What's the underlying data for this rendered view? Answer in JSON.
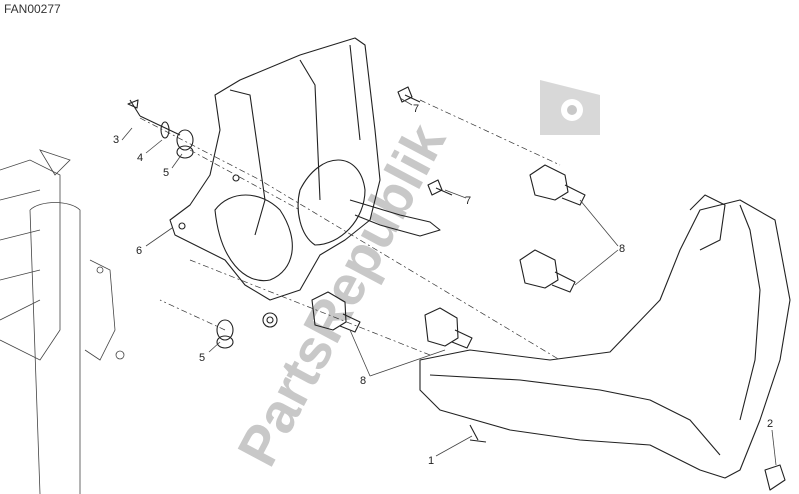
{
  "diagram_code": "FAN00277",
  "watermark": "PartsRepublik",
  "callouts": [
    {
      "label": "3",
      "part": "screw"
    },
    {
      "label": "4",
      "part": "washer"
    },
    {
      "label": "5",
      "part": "grommet"
    },
    {
      "label": "6",
      "part": "headlight-bracket"
    },
    {
      "label": "5",
      "part": "grommet"
    },
    {
      "label": "7",
      "part": "screw"
    },
    {
      "label": "7",
      "part": "screw"
    },
    {
      "label": "8",
      "part": "bulb"
    },
    {
      "label": "8",
      "part": "bulb"
    },
    {
      "label": "1",
      "part": "headlight"
    },
    {
      "label": "2",
      "part": "clip"
    }
  ]
}
